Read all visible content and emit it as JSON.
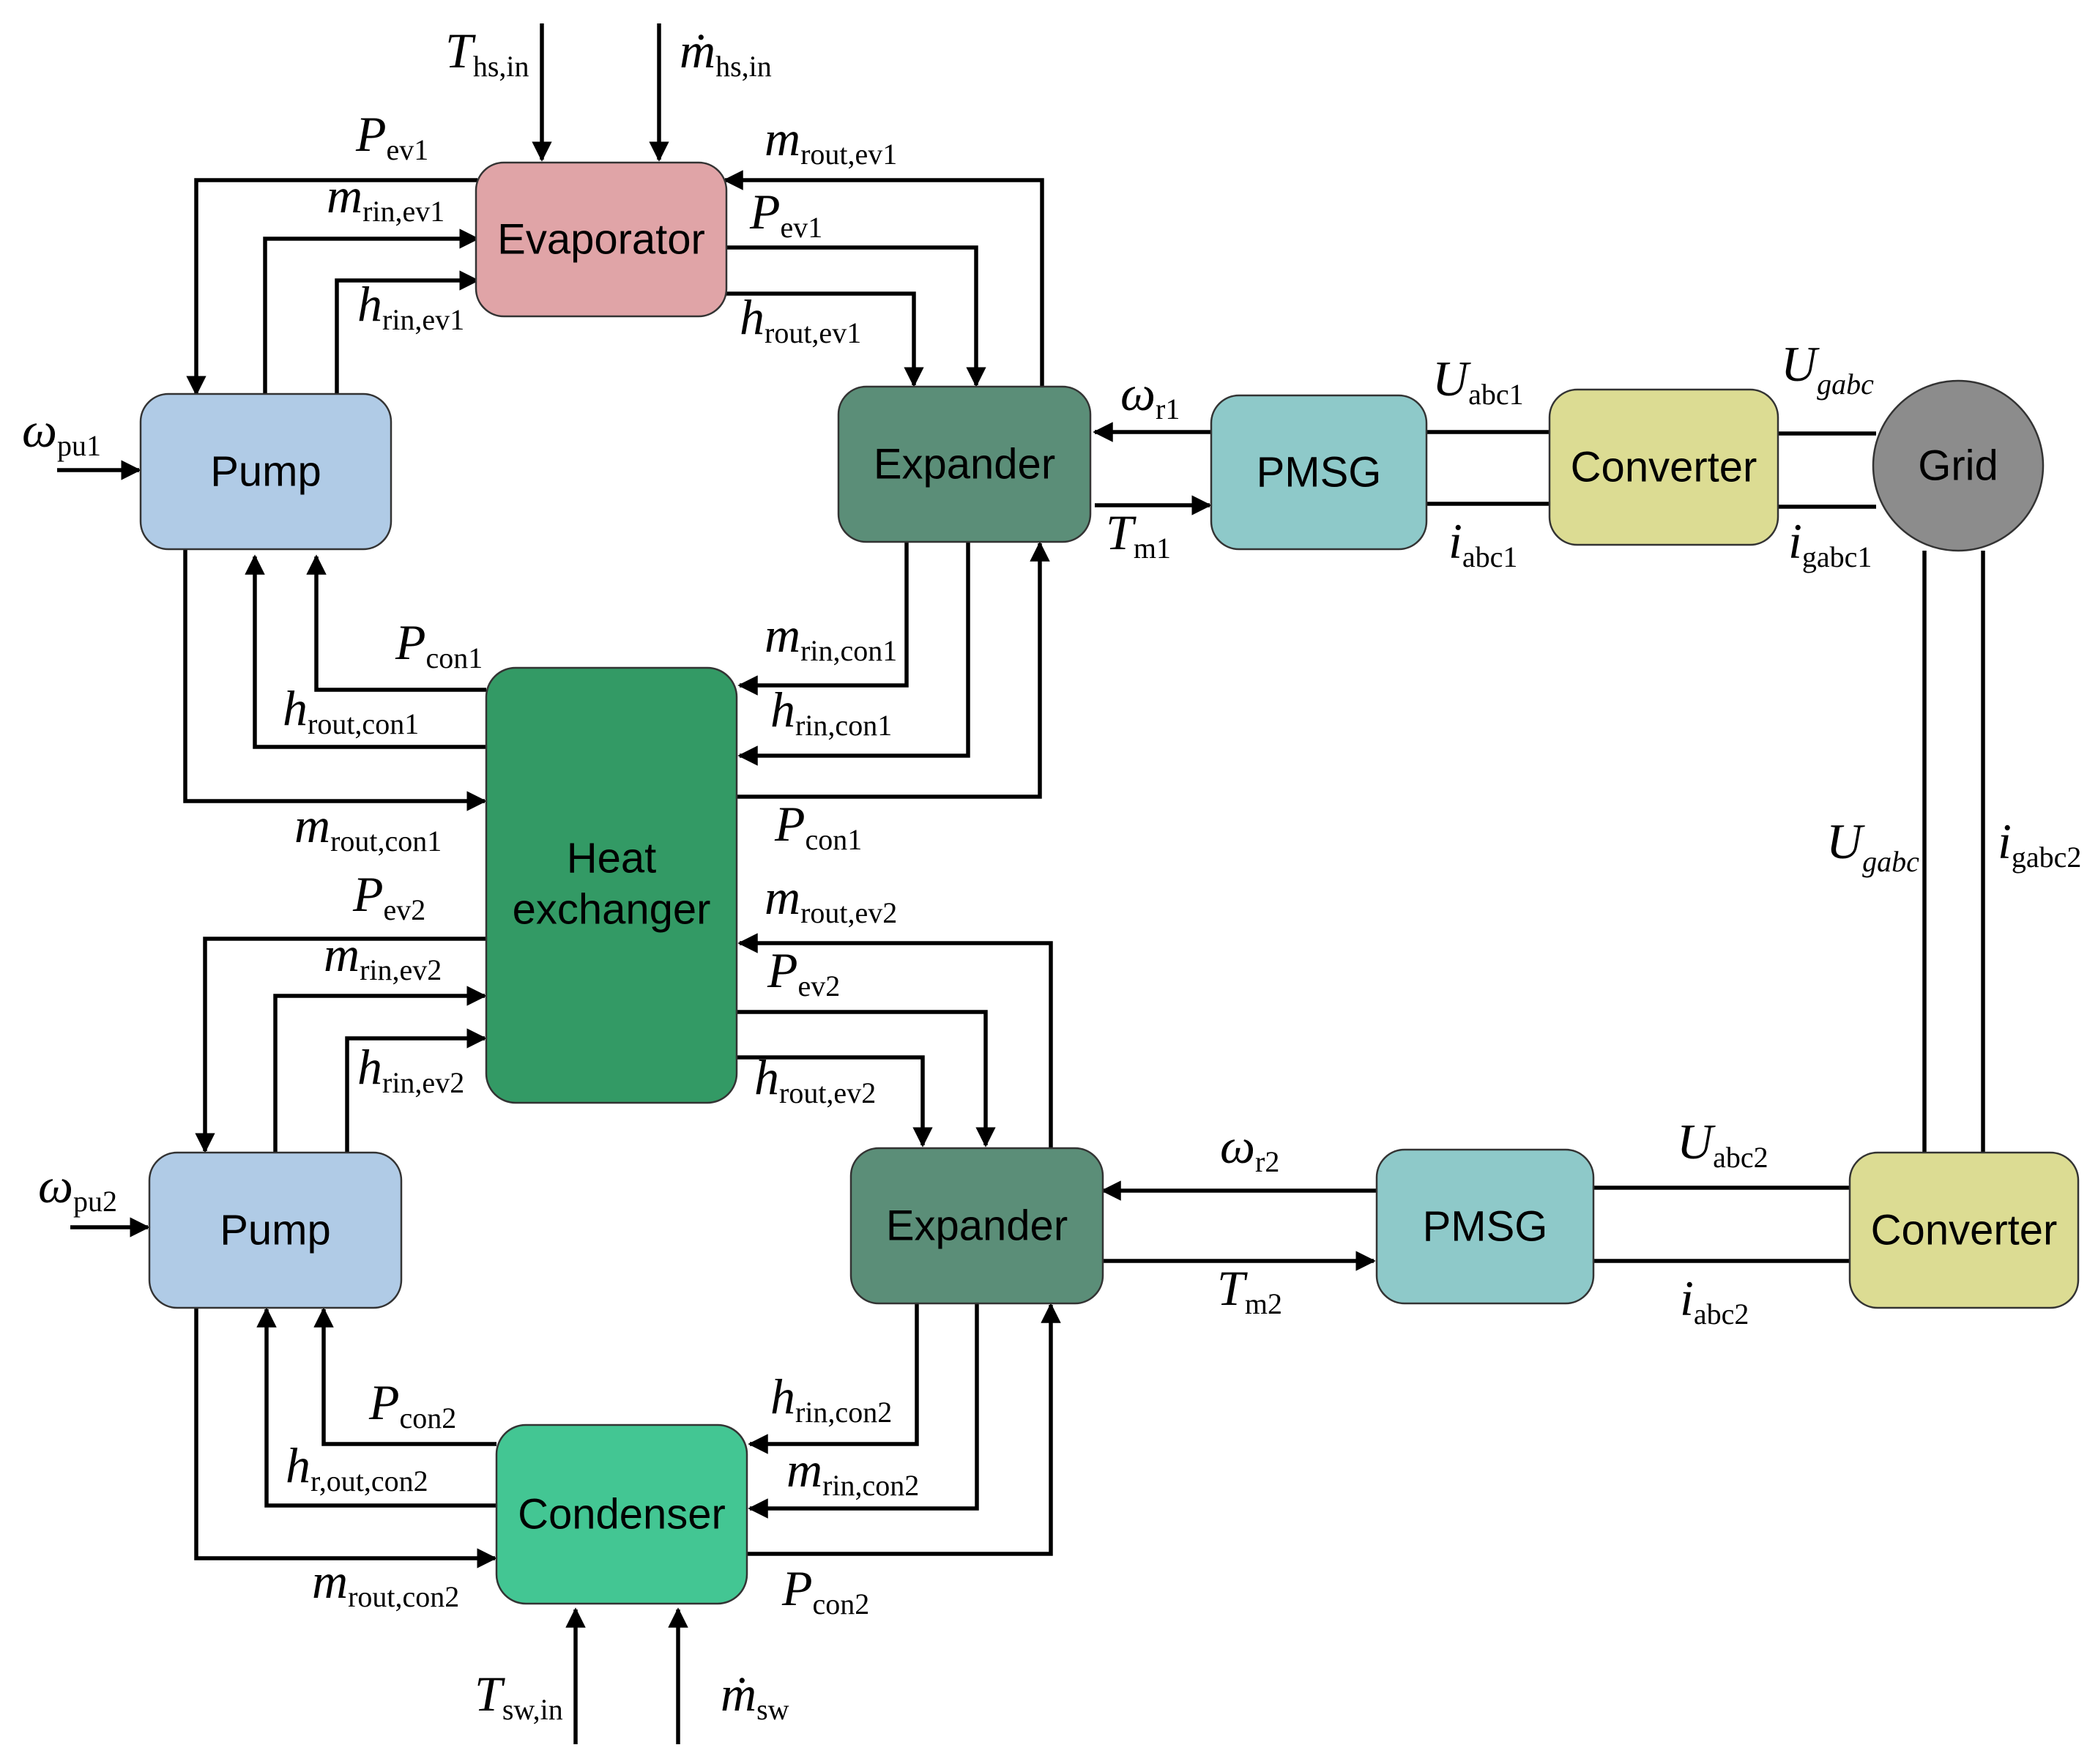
{
  "colors": {
    "evaporator": "#e0a4a7",
    "pump": "#b0cbe6",
    "expander": "#5b8e78",
    "pmsg": "#8ec9c9",
    "converter": "#dcdc93",
    "grid": "#8c8c8c",
    "heat_exchanger": "#339a65",
    "condenser": "#43c693"
  },
  "blocks": {
    "evaporator": "Evaporator",
    "pump1": "Pump",
    "expander1": "Expander",
    "pmsg1": "PMSG",
    "converter1": "Converter",
    "grid": "Grid",
    "heat_exchanger_line1": "Heat",
    "heat_exchanger_line2": "exchanger",
    "pump2": "Pump",
    "expander2": "Expander",
    "pmsg2": "PMSG",
    "converter2": "Converter",
    "condenser": "Condenser"
  },
  "labels": {
    "T_hs_in": {
      "main": "T",
      "sub": "hs,in"
    },
    "m_hs_in": {
      "main": "ṁ",
      "sub": "hs,in"
    },
    "P_ev1_left": {
      "main": "P",
      "sub": "ev1"
    },
    "m_rin_ev1": {
      "main": "m",
      "sub": "rin,ev1"
    },
    "h_rin_ev1": {
      "main": "h",
      "sub": "rin,ev1"
    },
    "m_rout_ev1": {
      "main": "m",
      "sub": "rout,ev1"
    },
    "P_ev1_right": {
      "main": "P",
      "sub": "ev1"
    },
    "h_rout_ev1": {
      "main": "h",
      "sub": "rout,ev1"
    },
    "omega_pu1": {
      "main": "ω",
      "sub": "pu1"
    },
    "omega_r1": {
      "main": "ω",
      "sub": "r1"
    },
    "T_m1": {
      "main": "T",
      "sub": "m1"
    },
    "U_abc1": {
      "main": "U",
      "sub": "abc1"
    },
    "i_abc1": {
      "main": "i",
      "sub": "abc1"
    },
    "U_gabc_top": {
      "main": "U",
      "sub": "gabc"
    },
    "i_gabc1": {
      "main": "i",
      "sub": "gabc1"
    },
    "P_con1": {
      "main": "P",
      "sub": "con1"
    },
    "h_rout_con1": {
      "main": "h",
      "sub": "rout,con1"
    },
    "m_rout_con1": {
      "main": "m",
      "sub": "rout,con1"
    },
    "m_rin_con1": {
      "main": "m",
      "sub": "rin,con1"
    },
    "h_rin_con1": {
      "main": "h",
      "sub": "rin,con1"
    },
    "P_con1_right": {
      "main": "P",
      "sub": "con1"
    },
    "U_gabc_vert": {
      "main": "U",
      "sub": "gabc"
    },
    "i_gabc2": {
      "main": "i",
      "sub": "gabc2"
    },
    "P_ev2_left": {
      "main": "P",
      "sub": "ev2"
    },
    "m_rin_ev2": {
      "main": "m",
      "sub": "rin,ev2"
    },
    "h_rin_ev2": {
      "main": "h",
      "sub": "rin,ev2"
    },
    "m_rout_ev2": {
      "main": "m",
      "sub": "rout,ev2"
    },
    "P_ev2_right": {
      "main": "P",
      "sub": "ev2"
    },
    "h_rout_ev2": {
      "main": "h",
      "sub": "rout,ev2"
    },
    "omega_pu2": {
      "main": "ω",
      "sub": "pu2"
    },
    "omega_r2": {
      "main": "ω",
      "sub": "r2"
    },
    "T_m2": {
      "main": "T",
      "sub": "m2"
    },
    "U_abc2": {
      "main": "U",
      "sub": "abc2"
    },
    "i_abc2": {
      "main": "i",
      "sub": "abc2"
    },
    "P_con2": {
      "main": "P",
      "sub": "con2"
    },
    "h_r_out_con2": {
      "main": "h",
      "sub": "r,out,con2"
    },
    "m_rout_con2": {
      "main": "m",
      "sub": "rout,con2"
    },
    "h_rin_con2": {
      "main": "h",
      "sub": "rin,con2"
    },
    "m_rin_con2": {
      "main": "m",
      "sub": "rin,con2"
    },
    "P_con2_right": {
      "main": "P",
      "sub": "con2"
    },
    "T_sw_in": {
      "main": "T",
      "sub": "sw,in"
    },
    "m_sw": {
      "main": "ṁ",
      "sub": "sw"
    }
  }
}
